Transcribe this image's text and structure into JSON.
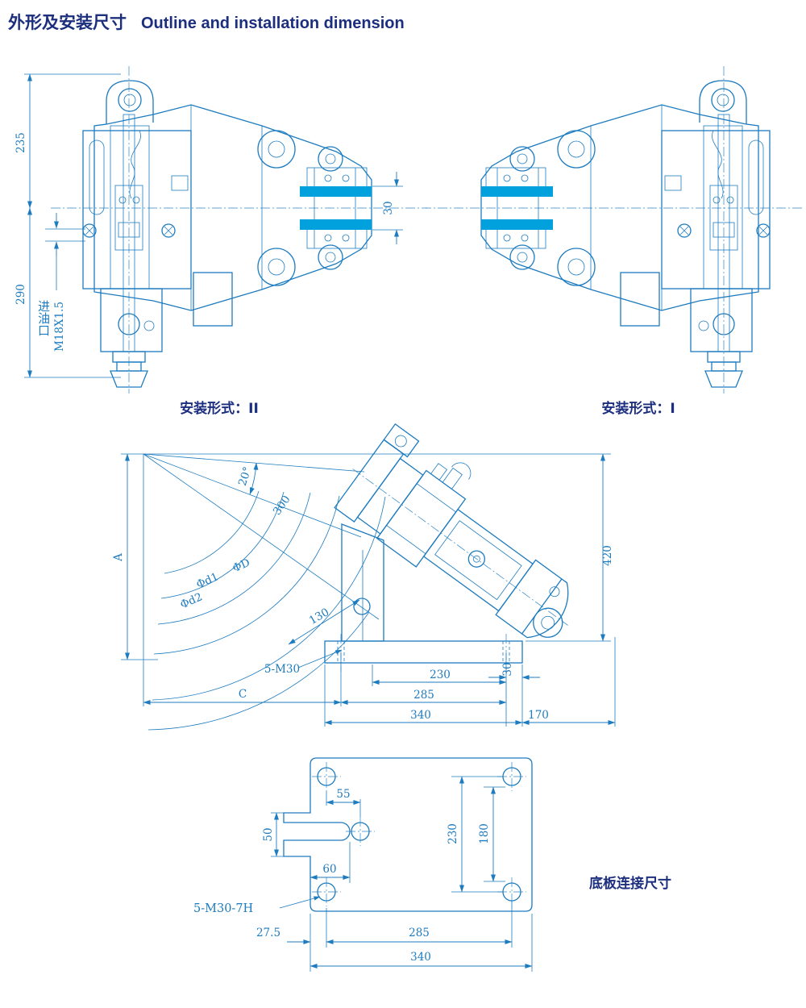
{
  "page": {
    "title_zh": "外形及安装尺寸",
    "title_en": "Outline and installation dimension"
  },
  "colors": {
    "line_blue": "#1d7bbf",
    "pad_cyan": "#00a1dc",
    "title_navy": "#1c2e7e"
  },
  "views": {
    "install_ii": {
      "caption": "安装形式：II",
      "dims": {
        "d235": "235",
        "d290": "290",
        "oil_port": "进油口",
        "thread": "M18X1.5",
        "d30": "30"
      }
    },
    "install_i": {
      "caption": "安装形式：I"
    },
    "side": {
      "dims": {
        "angle": "20°",
        "r300": "300",
        "A": "A",
        "phiD": "ΦD",
        "phid1": "Φd1",
        "phid2": "Φd2",
        "d130": "130",
        "bolts": "5-M30",
        "C": "C",
        "d230": "230",
        "d285": "285",
        "d340": "340",
        "d170": "170",
        "d420": "420",
        "d30": "30"
      }
    },
    "base": {
      "caption": "底板连接尺寸",
      "dims": {
        "d55": "55",
        "d50": "50",
        "d60": "60",
        "d230": "230",
        "d180": "180",
        "bolts": "5-M30-7H",
        "d27_5": "27.5",
        "d285": "285",
        "d340": "340"
      }
    }
  }
}
